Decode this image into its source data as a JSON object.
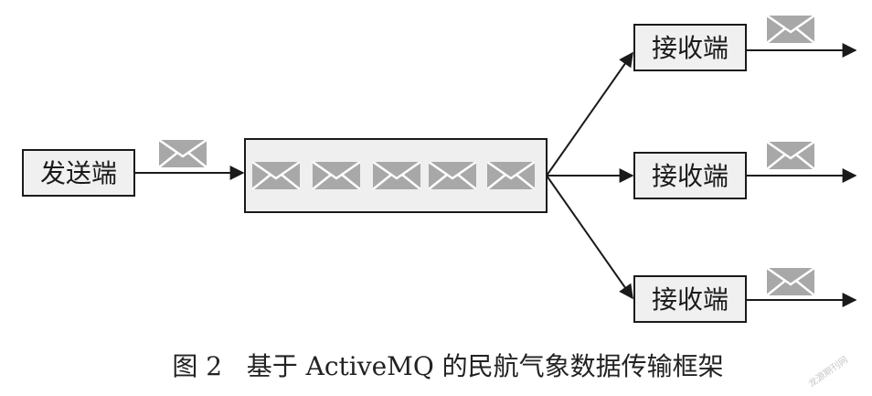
{
  "sender": {
    "label": "发送端"
  },
  "receivers": [
    {
      "label": "接收端"
    },
    {
      "label": "接收端"
    },
    {
      "label": "接收端"
    }
  ],
  "caption": "图 2   基于 ActiveMQ 的民航气象数据传输框架",
  "watermark": "龙源期刊网",
  "queue_message_count": 5,
  "colors": {
    "box_fill": "#f0f0f0",
    "stroke": "#1a1a1a",
    "envelope": "#a8a8a8",
    "queue_fill": "#efefef"
  }
}
